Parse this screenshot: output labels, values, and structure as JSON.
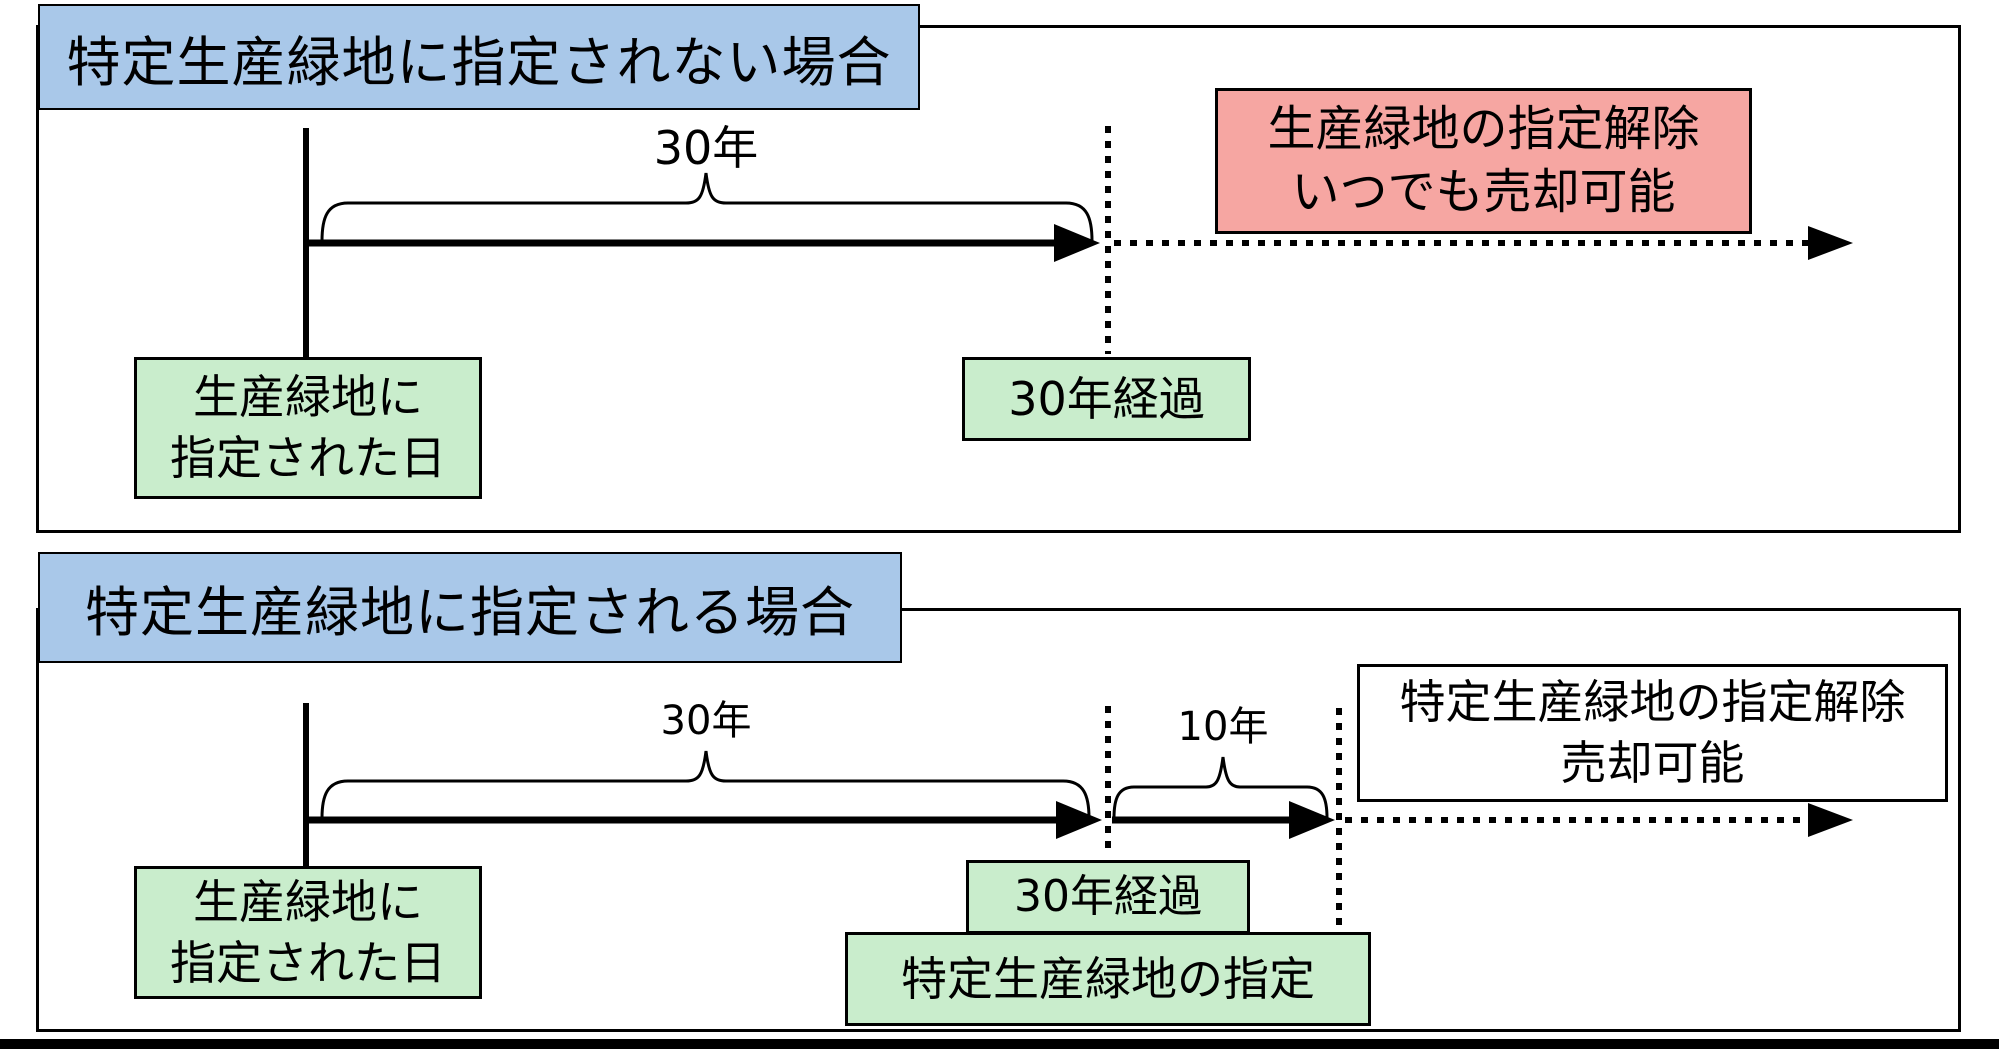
{
  "colors": {
    "title_bg": "#A9C8E9",
    "green_bg": "#C9EDCC",
    "red_bg": "#F6A6A2",
    "white_bg": "#FFFFFF",
    "line_color": "#000000"
  },
  "panel1": {
    "title": "特定生産緑地に指定されない場合",
    "duration_label": "30年",
    "start_box": {
      "line1": "生産緑地に",
      "line2": "指定された日"
    },
    "elapsed_box": "30年経過",
    "result_box": {
      "line1": "生産緑地の指定解除",
      "line2": "いつでも売却可能"
    }
  },
  "panel2": {
    "title": "特定生産緑地に指定される場合",
    "duration_label_30": "30年",
    "duration_label_10": "10年",
    "start_box": {
      "line1": "生産緑地に",
      "line2": "指定された日"
    },
    "elapsed_box": "30年経過",
    "designation_box": "特定生産緑地の指定",
    "result_box": {
      "line1": "特定生産緑地の指定解除",
      "line2": "売却可能"
    }
  }
}
